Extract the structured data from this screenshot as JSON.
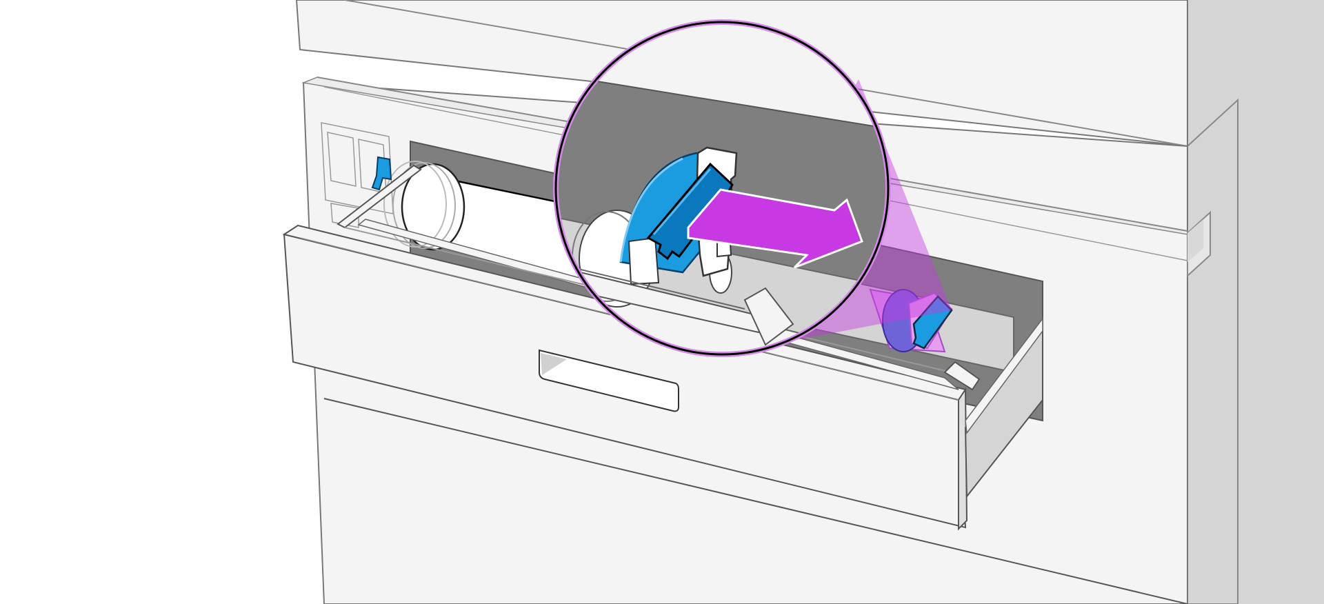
{
  "illustration": {
    "subject": "printer-roll-drawer-open",
    "callout_shape": "circle-magnifier",
    "action": "slide-right-spindle-stop",
    "colors": {
      "background": "#ffffff",
      "printer_body": "#f4f4f4",
      "printer_side": "#d5d5d5",
      "outline": "#555555",
      "drawer_cavity": "#7f7f7f",
      "roll": "#ffffff",
      "spindle": "#d4d4d4",
      "blue_hub": "#1b9be0",
      "blue_hub_dark": "#0a78bd",
      "highlight_magenta": "#c639e3",
      "highlight_overlay": "#e59ef0",
      "callout_ring": "#d38be6"
    },
    "icons": [
      "arrow-right-icon",
      "spindle-stop-icon",
      "drawer-handle-icon"
    ]
  }
}
